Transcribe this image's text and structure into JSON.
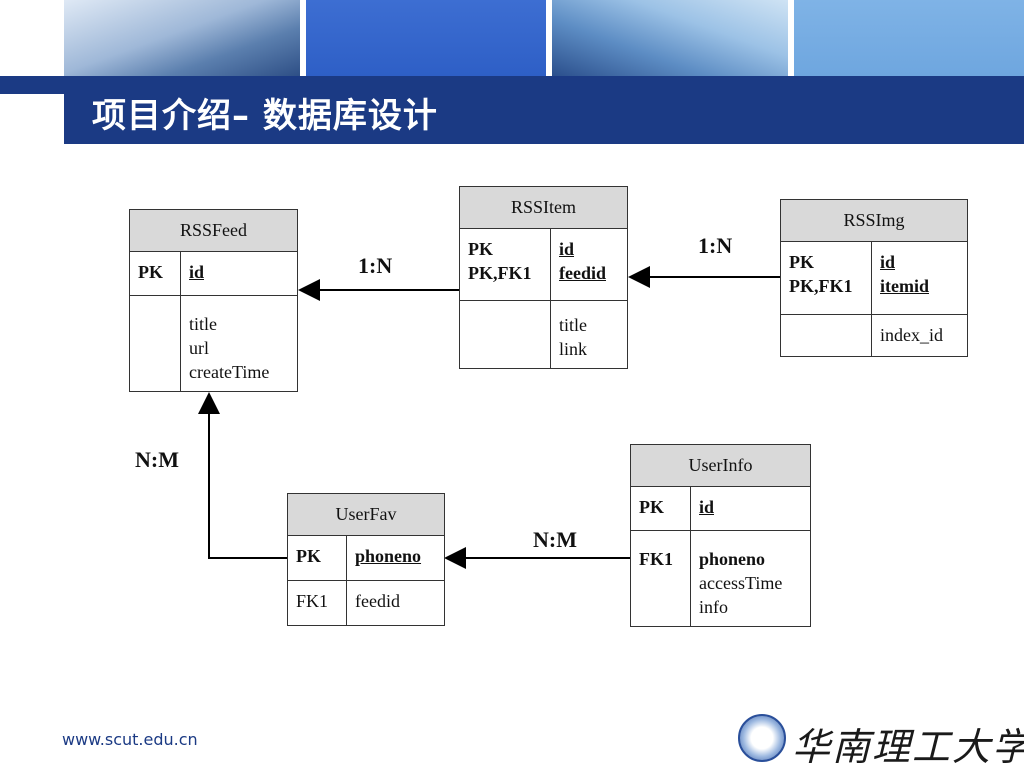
{
  "header": {
    "title": "项目介绍– 数据库设计"
  },
  "footer": {
    "url": "www.scut.edu.cn",
    "university": "华南理工大学"
  },
  "entities": {
    "rssfeed": {
      "name": "RSSFeed",
      "key_col": [
        "PK"
      ],
      "key_fields": [
        "id"
      ],
      "attr_fields": [
        "title",
        "url",
        "createTime"
      ]
    },
    "rssitem": {
      "name": "RSSItem",
      "key_col": [
        "PK",
        "PK,FK1"
      ],
      "key_fields": [
        "id",
        "feedid"
      ],
      "attr_fields": [
        "title",
        "link"
      ]
    },
    "rssimg": {
      "name": "RSSImg",
      "key_col": [
        "PK",
        "PK,FK1"
      ],
      "key_fields": [
        "id",
        "itemid"
      ],
      "attr_fields": [
        "index_id"
      ]
    },
    "userfav": {
      "name": "UserFav",
      "key_col": [
        "PK"
      ],
      "key_fields": [
        "phoneno"
      ],
      "fk_col": "FK1",
      "attr_fields": [
        "feedid"
      ]
    },
    "userinfo": {
      "name": "UserInfo",
      "key_col": [
        "PK"
      ],
      "key_fields": [
        "id"
      ],
      "fk_col": "FK1",
      "attr_bold": "phoneno",
      "attr_fields": [
        "accessTime",
        "info"
      ]
    }
  },
  "relations": {
    "item_feed": "1:N",
    "img_item": "1:N",
    "fav_feed": "N:M",
    "info_fav": "N:M"
  }
}
